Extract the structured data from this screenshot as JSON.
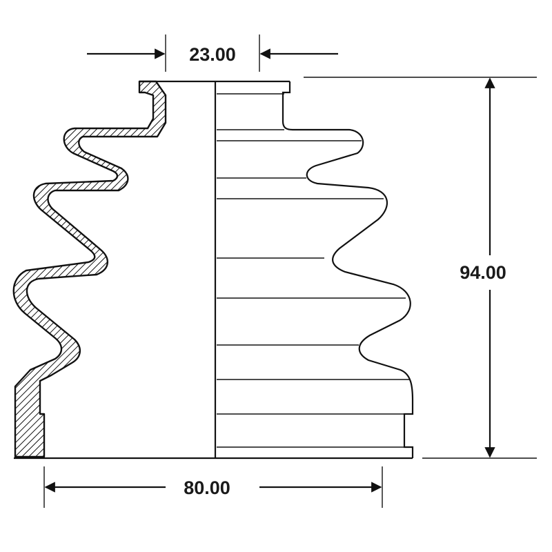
{
  "diagram": {
    "dimensions": {
      "top_width": "23.00",
      "height": "94.00",
      "bottom_width": "80.00"
    },
    "colors": {
      "line": "#111111",
      "background": "#ffffff"
    }
  }
}
